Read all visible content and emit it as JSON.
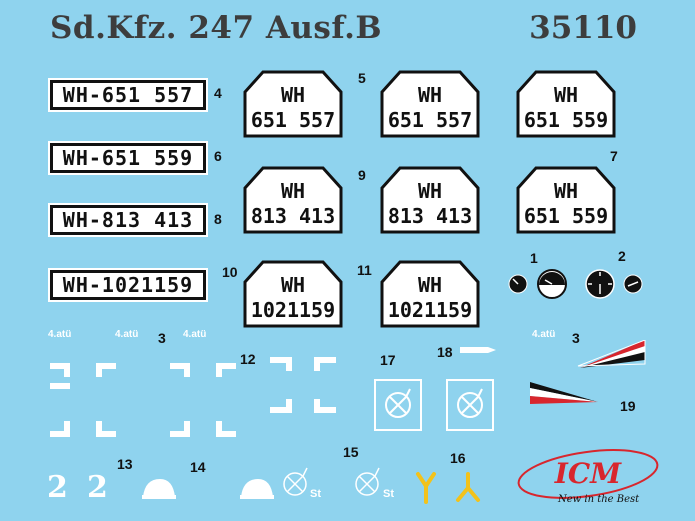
{
  "header": {
    "title": "Sd.Kfz. 247 Ausf.B",
    "code": "35110"
  },
  "rect_plates": [
    {
      "text": "WH-651 557",
      "number": "4"
    },
    {
      "text": "WH-651 559",
      "number": "6"
    },
    {
      "text": "WH-813 413",
      "number": "8"
    },
    {
      "text": "WH-1021159",
      "number": "10"
    }
  ],
  "shield_plates": [
    {
      "line1": "WH",
      "line2": "651 557",
      "number": "5"
    },
    {
      "line1": "WH",
      "line2": "651 557",
      "number": ""
    },
    {
      "line1": "WH",
      "line2": "651 559",
      "number": ""
    },
    {
      "line1": "WH",
      "line2": "813 413",
      "number": "9"
    },
    {
      "line1": "WH",
      "line2": "813 413",
      "number": ""
    },
    {
      "line1": "WH",
      "line2": "651 559",
      "number": "7"
    },
    {
      "line1": "WH",
      "line2": "1021159",
      "number": ""
    },
    {
      "line1": "WH",
      "line2": "1021159",
      "number": "11"
    }
  ],
  "markings": {
    "atu": [
      "4.atü",
      "4.atü",
      "4.atü",
      "4.atü"
    ],
    "numbers": [
      "1",
      "2",
      "3",
      "3",
      "12",
      "13",
      "14",
      "15",
      "16",
      "17",
      "18",
      "19"
    ],
    "unit_two": [
      "2",
      "2"
    ],
    "st": [
      "St",
      "St"
    ]
  },
  "logo": {
    "brand": "ICM",
    "tagline": "New in the Best"
  },
  "colors": {
    "background": "#8fd3ee",
    "plate": "#ffffff",
    "ink": "#111111",
    "logo_red": "#d8262d"
  }
}
